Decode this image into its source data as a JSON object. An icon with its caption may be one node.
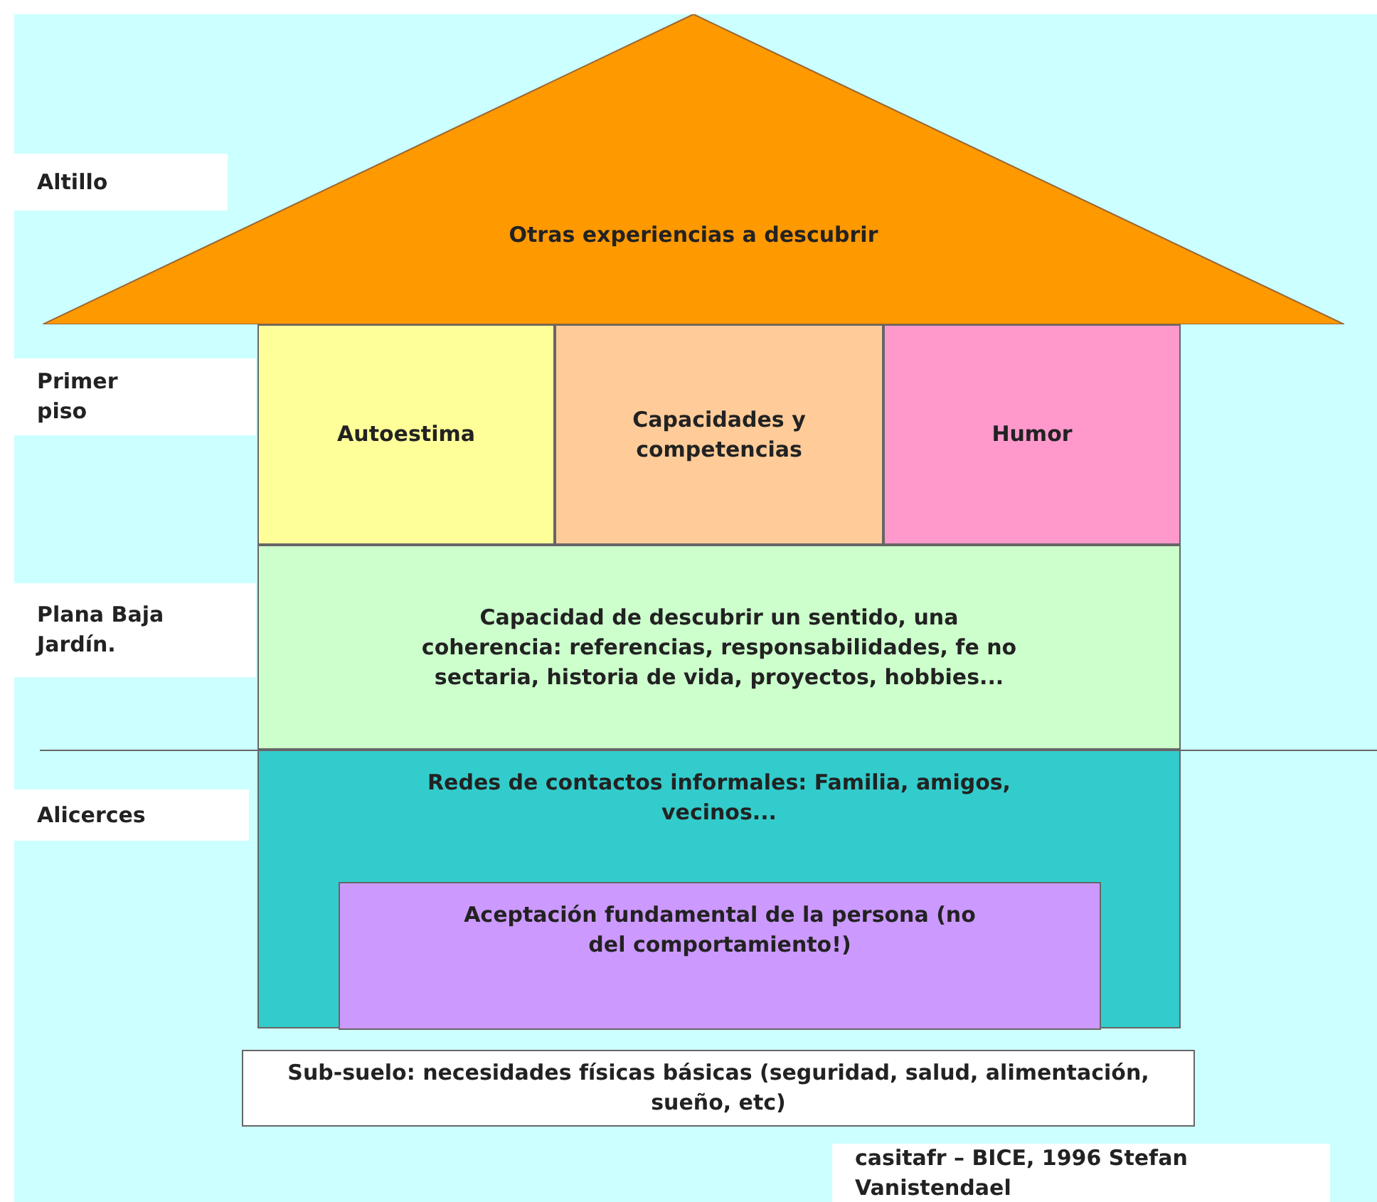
{
  "diagram": {
    "nodes": [
      {
        "text": [
          "Altillo"
        ]
      },
      {
        "text": [
          "Otras experiencias a descubrir"
        ]
      },
      {
        "text": [
          "Primer piso"
        ]
      },
      {
        "text": [
          "Autoestima"
        ]
      },
      {
        "text": [
          "Capacidades y competencias"
        ]
      },
      {
        "text": [
          "Humor"
        ]
      },
      {
        "text": [
          "Plana Baja Jardín."
        ]
      },
      {
        "text": [
          "Capacidad de descubrir un sentido, una coherencia: referencias, responsabilidades, fe no sectaria, historia de vida, proyectos, hobbies..."
        ]
      },
      {
        "text": [
          "Alicerces"
        ]
      },
      {
        "text": [
          "Redes de contactos informales: Familia, amigos, vecinos..."
        ]
      },
      {
        "text": [
          "Aceptación fundamental de la persona (no del comportamiento!)"
        ],
        "in": 9
      },
      {
        "text": [
          "Sub-suelo: necesidades físicas básicas (seguridad, salud, alimentación, sueño, etc)"
        ]
      },
      {
        "text": [
          "casitafr – BICE, 1996 Stefan Vanistendael"
        ]
      }
    ]
  }
}
